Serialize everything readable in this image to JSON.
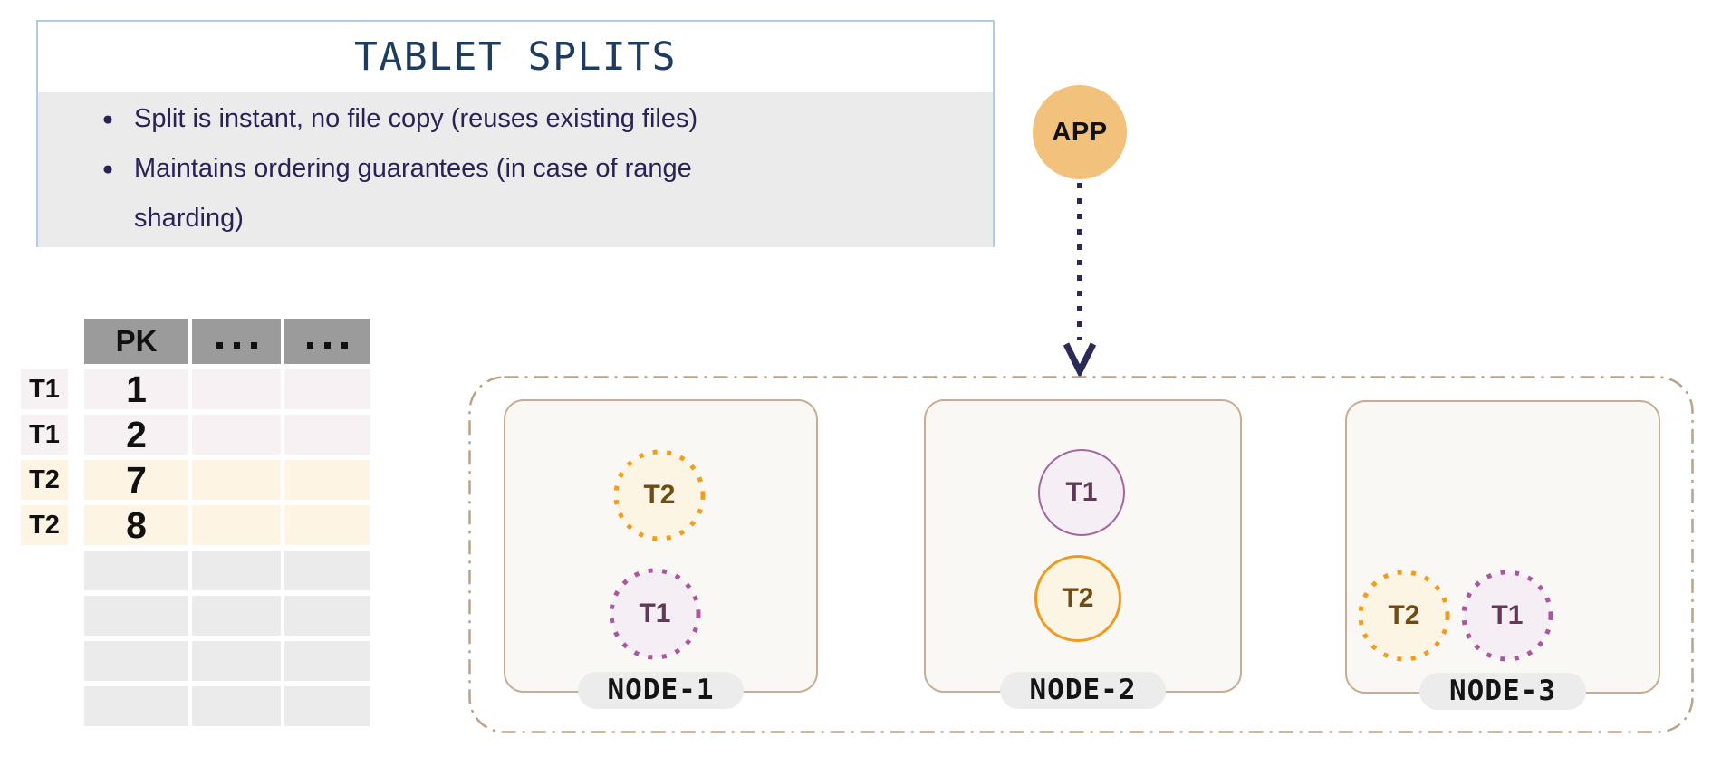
{
  "info_box": {
    "title": "TABLET SPLITS",
    "bullets": [
      {
        "lines": [
          "Split is instant, no file copy (reuses existing files)",
          ""
        ]
      },
      {
        "lines": [
          "Maintains ordering guarantees (in case of range",
          "sharding)"
        ]
      }
    ]
  },
  "app": {
    "label": "APP"
  },
  "table": {
    "headers": [
      "PK",
      "...",
      "..."
    ],
    "row_labels": [
      "T1",
      "T1",
      "T2",
      "T2"
    ],
    "pk_values": [
      "1",
      "2",
      "7",
      "8"
    ],
    "empty_row_count": 4
  },
  "cluster": {
    "nodes": [
      {
        "label": "NODE-1",
        "tablets": [
          {
            "name": "T2",
            "border": "dotted",
            "theme": "orange"
          },
          {
            "name": "T1",
            "border": "dotted",
            "theme": "purple"
          }
        ]
      },
      {
        "label": "NODE-2",
        "tablets": [
          {
            "name": "T1",
            "border": "solid",
            "theme": "purple"
          },
          {
            "name": "T2",
            "border": "solid",
            "theme": "orange"
          }
        ]
      },
      {
        "label": "NODE-3",
        "tablets": [
          {
            "name": "T2",
            "border": "dotted",
            "theme": "orange"
          },
          {
            "name": "T1",
            "border": "dotted",
            "theme": "purple"
          }
        ]
      }
    ]
  },
  "colors": {
    "info_border": "#b3cbe8",
    "info_title": "#1d3c60",
    "info_body_bg": "#ebebec",
    "bullet_text": "#292355",
    "table_header_bg": "#9b9b9b",
    "t1_tint": "#f7f1f4",
    "t2_tint": "#fdf4e4",
    "empty_row_bg": "#ebebeb",
    "app_fill": "#f2c17b",
    "arrow": "#2b2a56",
    "cluster_border": "#bfa183",
    "node_border": "#c9ac91",
    "node_bg": "#faf8f4",
    "node_pill_bg": "#ececec",
    "orange_accent": "#ee9c21",
    "orange_dot": "#f29c1d",
    "purple_accent": "#a4679c",
    "purple_dot": "#a9589f",
    "t2_text": "#6f4c13",
    "t1_text": "#5f3a58"
  }
}
